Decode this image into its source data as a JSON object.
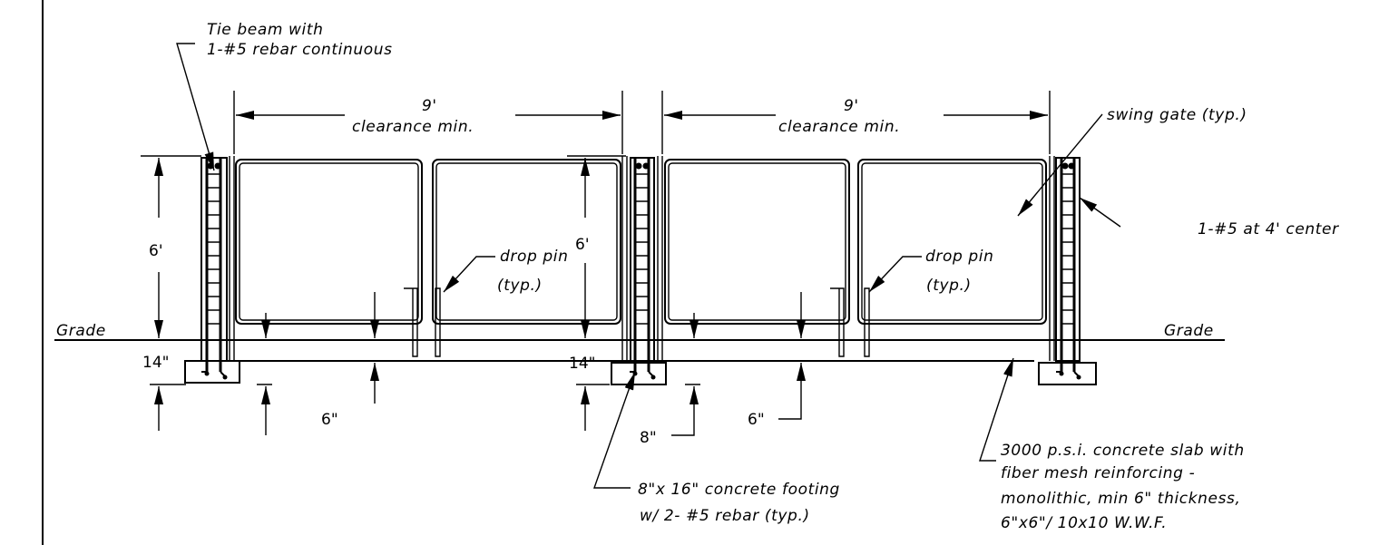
{
  "labels": {
    "tie_beam_line1": "Tie beam with",
    "tie_beam_line2": "1-#5 rebar continuous",
    "dim_9_left": "9'",
    "clearance_left": "clearance min.",
    "dim_9_right": "9'",
    "clearance_right": "clearance min.",
    "swing_gate": "swing gate (typ.)",
    "rebar_center": "1-#5 at 4' center",
    "dim_6ft_left": "6'",
    "dim_6ft_mid": "6'",
    "drop_pin_left_line1": "drop pin",
    "drop_pin_left_line2": "(typ.)",
    "drop_pin_right_line1": "drop pin",
    "drop_pin_right_line2": "(typ.)",
    "grade_left": "Grade",
    "grade_right": "Grade",
    "dim_14_left": "14\"",
    "dim_14_mid": "14\"",
    "dim_6in_left": "6\"",
    "dim_6in_right": "6\"",
    "dim_8in": "8\"",
    "footing_line1": "8\"x 16\" concrete footing",
    "footing_line2": "w/ 2- #5 rebar (typ.)",
    "slab_line1": "3000 p.s.i. concrete slab with",
    "slab_line2": "fiber mesh reinforcing -",
    "slab_line3": "monolithic, min 6\" thickness,",
    "slab_line4": "6\"x6\"/ 10x10 W.W.F."
  }
}
